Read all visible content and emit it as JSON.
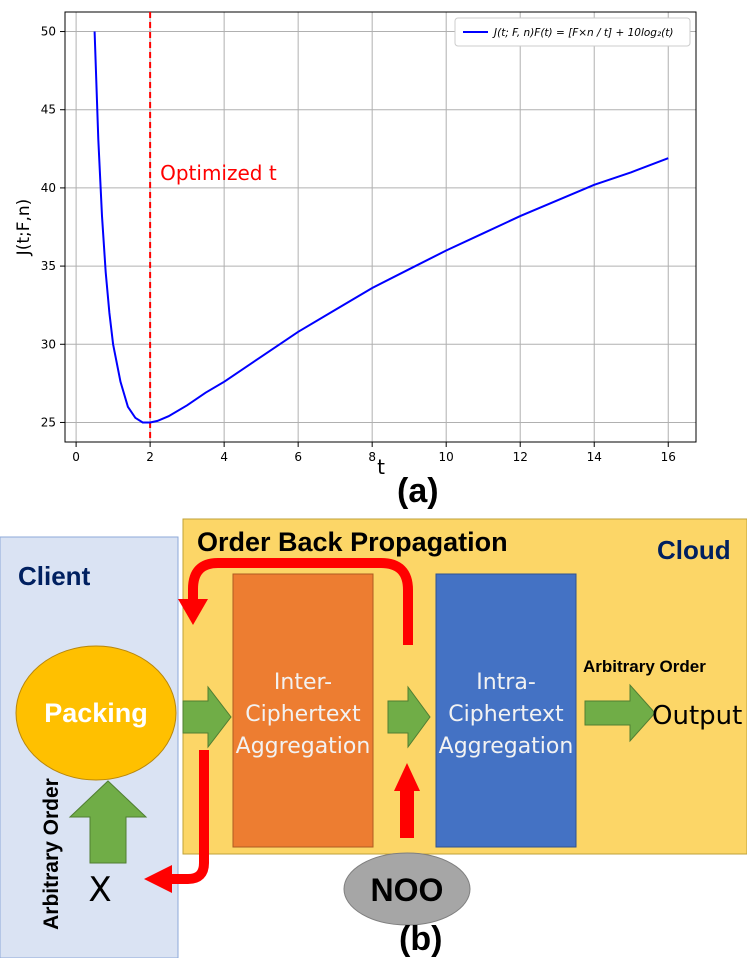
{
  "chart_data": {
    "type": "line",
    "title": "",
    "xlabel": "t",
    "ylabel": "J(t;F,n)",
    "xlim": [
      -0.3,
      16.75
    ],
    "ylim": [
      23.75,
      51.25
    ],
    "xticks": [
      0,
      2,
      4,
      6,
      8,
      10,
      12,
      14,
      16
    ],
    "yticks": [
      25,
      30,
      35,
      40,
      45,
      50
    ],
    "grid": true,
    "legend_position": "top-right",
    "series": [
      {
        "name": "J(t; F, n)F(t) = [F×n / t] + 10log₂(t)",
        "color": "#0000ff",
        "x": [
          0.5,
          0.6,
          0.7,
          0.8,
          0.9,
          1.0,
          1.2,
          1.4,
          1.6,
          1.8,
          2.0,
          2.2,
          2.5,
          3.0,
          3.5,
          4.0,
          5.0,
          6.0,
          7.0,
          8.0,
          9.0,
          10.0,
          11.0,
          12.0,
          13.0,
          14.0,
          15.0,
          16.0
        ],
        "y": [
          50.0,
          43.1,
          38.2,
          34.6,
          32.0,
          30.0,
          27.6,
          26.0,
          25.3,
          25.0,
          25.0,
          25.1,
          25.4,
          26.1,
          26.9,
          27.6,
          29.2,
          30.8,
          32.2,
          33.6,
          34.8,
          36.0,
          37.1,
          38.2,
          39.2,
          40.2,
          41.0,
          41.9
        ]
      }
    ],
    "annotations": [
      {
        "type": "vline",
        "x": 2,
        "color": "#ff0000",
        "style": "dashed",
        "text": "Optimized t"
      }
    ]
  },
  "captions": {
    "a": "(a)",
    "b": "(b)"
  },
  "diagram": {
    "client_label": "Client",
    "cloud_label": "Cloud",
    "order_back_label": "Order Back Propagation",
    "arbitrary_order_top": "Arbitrary Order",
    "arbitrary_order_side": "Arbitrary Order",
    "packing_label": "Packing",
    "inter_label": [
      "Inter-",
      "Ciphertext",
      "Aggregation"
    ],
    "intra_label": [
      "Intra-",
      "Ciphertext",
      "Aggregation"
    ],
    "output_label": "Output",
    "x_label": "X",
    "noo_label": "NOO",
    "colors": {
      "client_bg": "#dae3f3",
      "cloud_bg": "#fcd667",
      "packing": "#ffc000",
      "inter": "#ed7d31",
      "intra": "#4472c4",
      "green_arrow": "#70ad47",
      "red_arrow": "#ff0000",
      "noo": "#a6a6a6",
      "dark_text": "#002060"
    }
  }
}
